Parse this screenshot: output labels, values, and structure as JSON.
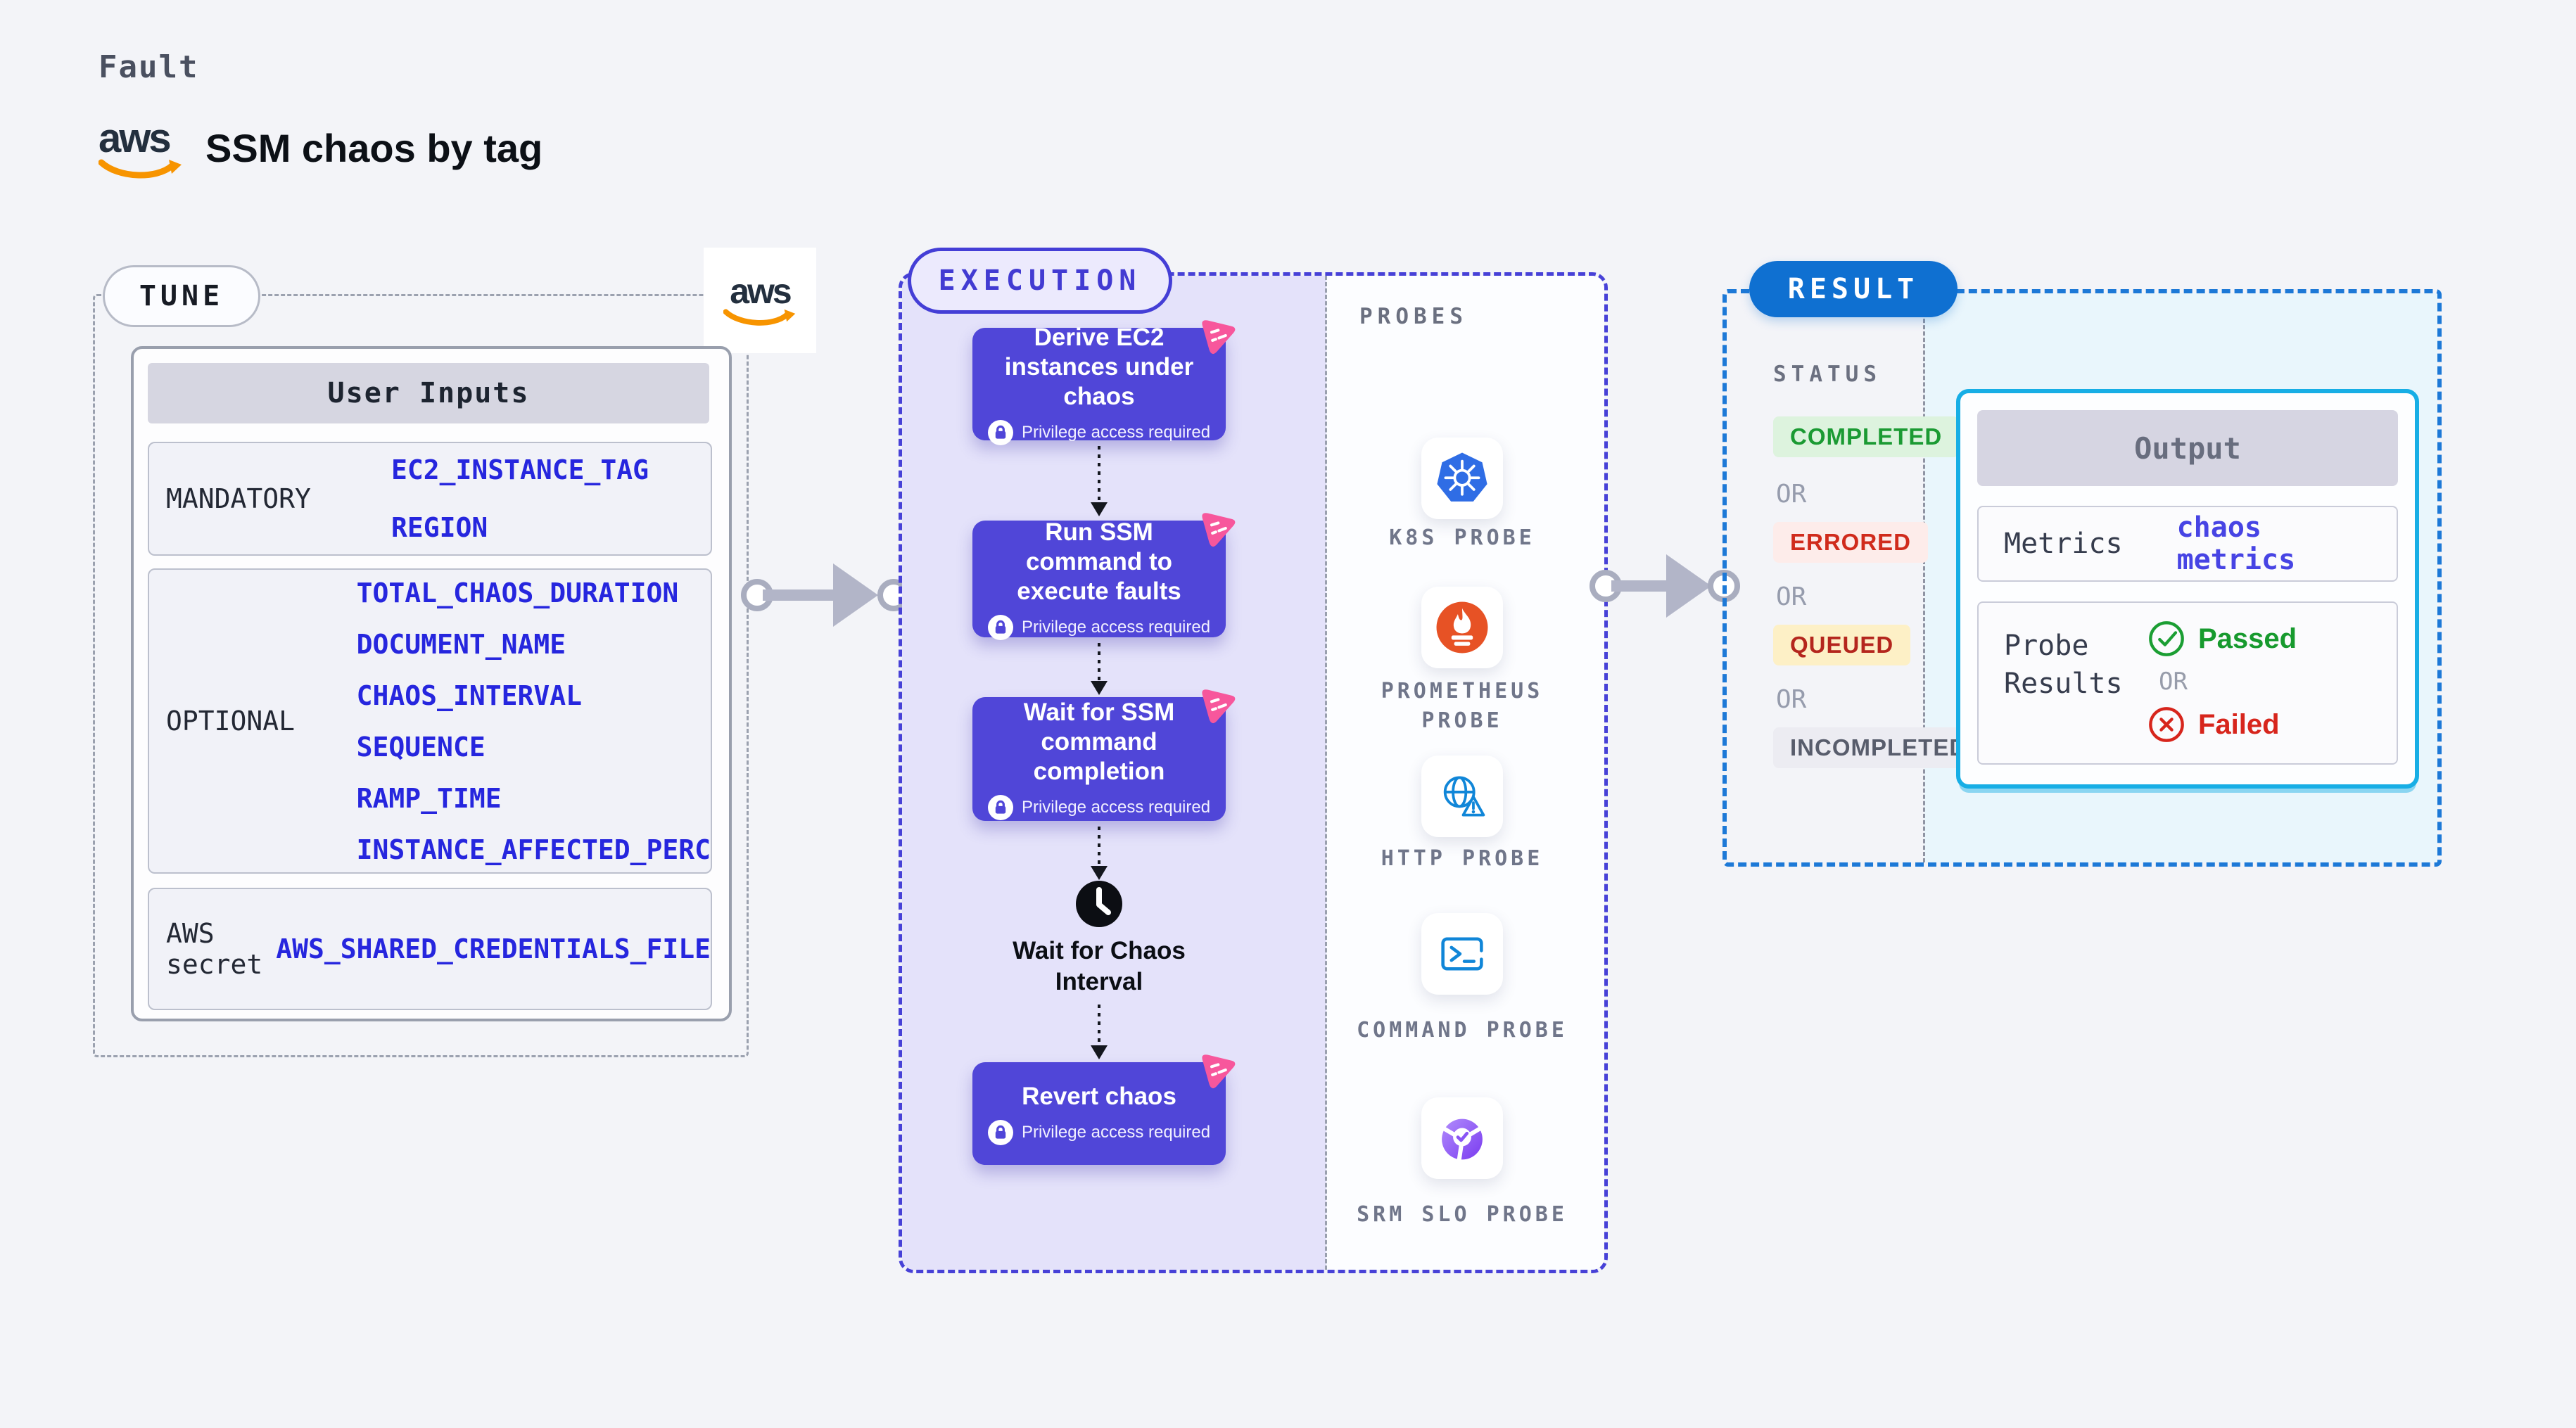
{
  "page": {
    "kicker": "Fault",
    "title": "SSM chaos by tag"
  },
  "brand": {
    "aws_wordmark": "aws"
  },
  "tune": {
    "label": "TUNE",
    "table": {
      "title": "User Inputs",
      "rows": [
        {
          "label": "MANDATORY",
          "values": [
            "EC2_INSTANCE_TAG",
            "REGION"
          ]
        },
        {
          "label": "OPTIONAL",
          "values": [
            "TOTAL_CHAOS_DURATION",
            "DOCUMENT_NAME",
            "CHAOS_INTERVAL",
            "SEQUENCE",
            "RAMP_TIME",
            "INSTANCE_AFFECTED_PERC"
          ]
        },
        {
          "label": "AWS secret",
          "values": [
            "AWS_SHARED_CREDENTIALS_FILE"
          ]
        }
      ]
    }
  },
  "execution": {
    "label": "EXECUTION",
    "privilege_note": "Privilege access required",
    "steps": [
      {
        "title": "Derive EC2 instances under chaos"
      },
      {
        "title": "Run SSM command to execute faults"
      },
      {
        "title": "Wait for SSM command completion"
      },
      {
        "title": "Revert chaos"
      }
    ],
    "wait_node": "Wait for Chaos Interval"
  },
  "probes": {
    "label": "PROBES",
    "items": [
      {
        "name": "K8S PROBE",
        "icon": "kubernetes-icon"
      },
      {
        "name": "PROMETHEUS PROBE",
        "icon": "prometheus-icon"
      },
      {
        "name": "HTTP PROBE",
        "icon": "http-globe-icon"
      },
      {
        "name": "COMMAND PROBE",
        "icon": "terminal-icon"
      },
      {
        "name": "SRM SLO PROBE",
        "icon": "slo-donut-icon"
      }
    ]
  },
  "result": {
    "label": "RESULT",
    "status_label": "STATUS",
    "or_label": "OR",
    "statuses": [
      {
        "label": "COMPLETED",
        "fg": "#1b9a33",
        "bg": "#ddf3de"
      },
      {
        "label": "ERRORED",
        "fg": "#d02b1c",
        "bg": "#fdecea"
      },
      {
        "label": "QUEUED",
        "fg": "#b4261d",
        "bg": "#fdf0c6"
      },
      {
        "label": "INCOMPLETED",
        "fg": "#585d6c",
        "bg": "#ececf2"
      }
    ],
    "output": {
      "title": "Output",
      "metrics_label": "Metrics",
      "metrics_value": "chaos metrics",
      "probe_results_label": "Probe Results",
      "passed_label": "Passed",
      "or_label": "OR",
      "failed_label": "Failed"
    }
  },
  "colors": {
    "accent_indigo": "#4741d7",
    "step_purple": "#5046d8",
    "chaos_pink": "#f7579c",
    "result_blue": "#0f70d1",
    "output_cyan_border": "#17aee5",
    "param_blue": "#2626de",
    "passed_green": "#179a2e",
    "failed_red": "#d7251c",
    "aws_orange": "#f79400"
  }
}
